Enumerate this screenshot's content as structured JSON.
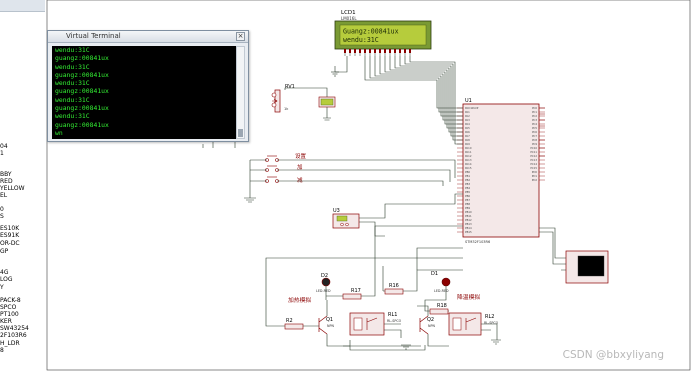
{
  "left_panel": {
    "items": [
      "04",
      "1",
      "BBY",
      "RED",
      "YELLOW",
      "EL",
      "0",
      "S",
      "ES10K",
      "ES91K",
      "OR-DC",
      "GP",
      "4G",
      "LOG",
      "Y",
      "PACK-8",
      "SPCO",
      "PT100",
      "KER",
      "SW43254",
      "2F103R6",
      "H_LDR",
      "8"
    ]
  },
  "virtual_terminal": {
    "title": "Virtual Terminal",
    "close_label": "×",
    "lines": [
      "wendu:31C",
      "guangz:00841ux",
      "wendu:31C",
      "guangz:00841ux",
      "wendu:31C",
      "guangz:00841ux",
      "wendu:31C",
      "guangz:00841ux",
      "wendu:31C",
      "guangz:00841ux",
      "wn"
    ]
  },
  "lcd": {
    "ref": "LCD1",
    "part": "LM016L",
    "line1": "Guangz:00841ux",
    "line2": "wendu:31C",
    "colors": {
      "bg": "#b6cc3c",
      "text": "#1c2c07",
      "bezel": "#5e7a22"
    }
  },
  "components": {
    "rv1": "RV1",
    "rv1_value": "1k",
    "u1": "U1",
    "u1_part": "STM32F103R6",
    "u3": "U3",
    "d1": "D1",
    "d1_part": "LED-RED",
    "d2": "D2",
    "d2_part": "LED-RED",
    "r2": "R2",
    "r16": "R16",
    "r17": "R17",
    "r18": "R18",
    "q1": "Q1",
    "q1_part": "NPN",
    "q2": "Q2",
    "q2_part": "NPN",
    "rl1": "RL1",
    "rl1_part": "RL-SPCO",
    "rl2": "RL2",
    "rl2_part": "RL-SPCO"
  },
  "labels": {
    "set": "设置",
    "plus": "加",
    "minus": "减",
    "heat_sim": "加热模拟",
    "cool_sim": "降温模拟"
  },
  "u1_left_pins": [
    "PA0-WKUP",
    "PA1",
    "PA2",
    "PA3",
    "PA4",
    "PA5",
    "PA6",
    "PA7",
    "PA8",
    "PA9",
    "PA10",
    "PA11",
    "PA12",
    "PA13",
    "PA14",
    "PA15",
    "PB0",
    "PB1",
    "PB2",
    "PB3",
    "PB4",
    "PB5",
    "PB6",
    "PB7",
    "PB8",
    "PB9",
    "PB10",
    "PB11",
    "PB12",
    "PB13",
    "PB14",
    "PB15"
  ],
  "u1_right_pins": [
    "PC0",
    "PC1",
    "PC2",
    "PC3",
    "PC4",
    "PC5",
    "PC6",
    "PC7",
    "PC8",
    "PC9",
    "PC10",
    "PC11",
    "PC12",
    "PC13",
    "PC14",
    "PC15",
    "PD0",
    "PD1",
    "PD2"
  ],
  "watermark": "CSDN @bbxyliyang",
  "colors": {
    "wire": "#2a3a2a",
    "component": "#8b0000",
    "chip_fill": "#f4e8e8",
    "pin_text": "#4a4a4a",
    "terminal_text": "#33ee33",
    "window_chrome": "#d9dfe6"
  }
}
